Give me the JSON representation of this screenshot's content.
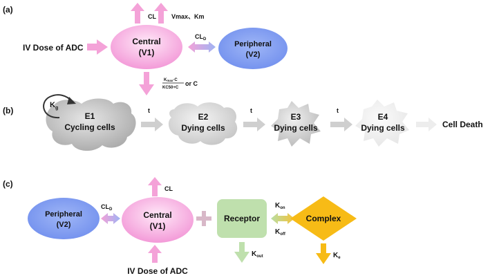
{
  "panel_labels": {
    "a": "(a)",
    "b": "(b)",
    "c": "(c)"
  },
  "panel_a": {
    "dose_label": "IV Dose of ADC",
    "central": {
      "line1": "Central",
      "line2": "(V1)"
    },
    "peripheral": {
      "line1": "Peripheral",
      "line2": "(V2)"
    },
    "cl_label": "CL",
    "vmax_km_label": "Vmax、Km",
    "cld_main": "CL",
    "cld_sub": "D",
    "kill_numerator_main": "K",
    "kill_numerator_sub": "max",
    "kill_numerator_tail": "·C",
    "kill_denominator": "KC50+C",
    "kill_or": "or C"
  },
  "panel_b": {
    "kg_main": "K",
    "kg_sub": "g",
    "transit_label": "t",
    "cells": [
      {
        "line1": "E1",
        "line2": "Cycling cells"
      },
      {
        "line1": "E2",
        "line2": "Dying cells"
      },
      {
        "line1": "E3",
        "line2": "Dying cells"
      },
      {
        "line1": "E4",
        "line2": "Dying cells"
      }
    ],
    "death_label": "Cell Death"
  },
  "panel_c": {
    "peripheral": {
      "line1": "Peripheral",
      "line2": "(V2)"
    },
    "central": {
      "line1": "Central",
      "line2": "(V1)"
    },
    "cl_label": "CL",
    "cld_main": "CL",
    "cld_sub": "D",
    "dose_label": "IV Dose of ADC",
    "receptor_label": "Receptor",
    "complex_label": "Complex",
    "kon_main": "K",
    "kon_sub": "on",
    "koff_main": "K",
    "koff_sub": "off",
    "kout_main": "K",
    "kout_sub": "out",
    "ke_main": "K",
    "ke_sub": "e"
  },
  "colors": {
    "central_pink": "#f6a6df",
    "peripheral_blue": "#7f9cf2",
    "arrow_pink": "#f4a2d8",
    "receptor_green": "#bfe0ad",
    "complex_yellow": "#f7bb16",
    "gray_arrow": "#cfcfcf"
  }
}
